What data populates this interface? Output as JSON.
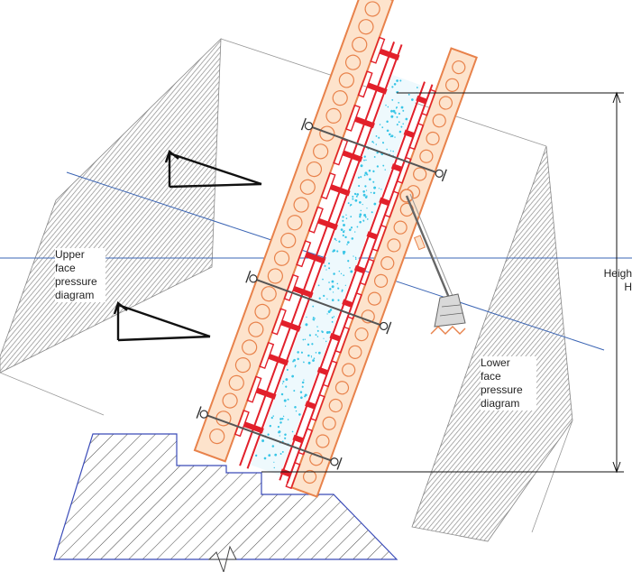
{
  "labels": {
    "upper_face": "Upper\nface\npressure\ndiagram",
    "lower_face": "Lower\nface\npressure\ndiagram",
    "height": "Heigh\nH"
  },
  "colors": {
    "form_orange": "#e8824b",
    "form_fill": "#fde3cc",
    "concrete_red": "#e2202b",
    "concrete_dots": "#38c5e6",
    "guide_blue": "#3a64b4",
    "foundation_blue": "#3a4bb8",
    "hatch_gray": "#909090",
    "arrow_black": "#111111"
  },
  "icons": [
    "tie-rod-icon",
    "wall-brace-icon",
    "pressure-arrow-icon",
    "break-line-icon"
  ]
}
